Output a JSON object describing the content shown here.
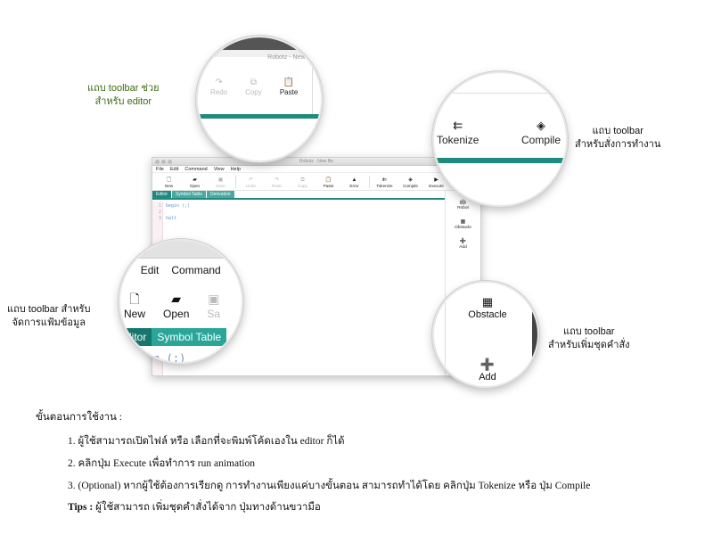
{
  "app": {
    "window_title": "Robotz - New file",
    "menu": [
      "File",
      "Edit",
      "Command",
      "View",
      "Help"
    ],
    "toolbar": [
      {
        "label": "New",
        "icon": "new-file-icon",
        "glyph": "🗋",
        "enabled": true
      },
      {
        "label": "Open",
        "icon": "open-folder-icon",
        "glyph": "▰",
        "enabled": true
      },
      {
        "label": "Save",
        "icon": "save-icon",
        "glyph": "▣",
        "enabled": false
      },
      {
        "label": "Undo",
        "icon": "undo-icon",
        "glyph": "↶",
        "enabled": false
      },
      {
        "label": "Redo",
        "icon": "redo-icon",
        "glyph": "↷",
        "enabled": false
      },
      {
        "label": "Copy",
        "icon": "copy-icon",
        "glyph": "⧉",
        "enabled": false
      },
      {
        "label": "Paste",
        "icon": "paste-icon",
        "glyph": "📋",
        "enabled": true
      },
      {
        "label": "Error",
        "icon": "error-icon",
        "glyph": "▲",
        "enabled": true
      },
      {
        "label": "Tokenize",
        "icon": "tokenize-icon",
        "glyph": "⇇",
        "enabled": true
      },
      {
        "label": "Compile",
        "icon": "compile-icon",
        "glyph": "◈",
        "enabled": true
      },
      {
        "label": "Execute",
        "icon": "execute-icon",
        "glyph": "▶",
        "enabled": true
      }
    ],
    "tabs": [
      "Editor",
      "Symbol Table",
      "Derivation"
    ],
    "active_tab": "Editor",
    "code_lines": [
      {
        "num": "1",
        "text": "begin (;)"
      },
      {
        "num": "2",
        "text": ""
      },
      {
        "num": "3",
        "text": "halt"
      }
    ],
    "sidebar": [
      {
        "label": "Robot",
        "icon": "robot-icon",
        "glyph": "🤖"
      },
      {
        "label": "Obstacle",
        "icon": "obstacle-icon",
        "glyph": "▦"
      },
      {
        "label": "Add",
        "icon": "add-icon",
        "glyph": "➕"
      }
    ]
  },
  "zoom_editor": {
    "window_title": "Robotz - New fi",
    "buttons": [
      {
        "label": "Redo",
        "glyph": "↷"
      },
      {
        "label": "Copy",
        "glyph": "⧉"
      },
      {
        "label": "Paste",
        "glyph": "📋"
      }
    ]
  },
  "zoom_command": {
    "buttons": [
      {
        "label": "Tokenize",
        "glyph": "⇇"
      },
      {
        "label": "Compile",
        "glyph": "◈"
      }
    ]
  },
  "zoom_file": {
    "menu": [
      "e",
      "Edit",
      "Command"
    ],
    "buttons": [
      {
        "label": "New",
        "glyph": "🗋"
      },
      {
        "label": "Open",
        "glyph": "▰"
      },
      {
        "label": "Sa",
        "glyph": "▣"
      }
    ],
    "tabs": [
      "ditor",
      "Symbol Table"
    ],
    "code": "in (;)"
  },
  "zoom_sidebar": {
    "buttons": [
      {
        "label": "Obstacle",
        "glyph": "▦"
      },
      {
        "label": "Add",
        "glyph": "➕"
      }
    ]
  },
  "callouts": {
    "editor": [
      "แถบ toolbar ช่วย",
      "สำหรับ editor"
    ],
    "command": [
      "แถบ toolbar",
      "สำหรับสั่งการทำงาน"
    ],
    "file": [
      "แถบ toolbar สำหรับ",
      "จัดการแฟ้มข้อมูล"
    ],
    "sidebar": [
      "แถบ toolbar",
      "สำหรับเพิ่มชุดคำสั่ง"
    ]
  },
  "instructions": {
    "heading": "ขั้นตอนการใช้งาน :",
    "steps": [
      "1. ผู้ใช้สามารถเปิดไฟล์ หรือ เลือกที่จะพิมพ์โค้ดเองใน editor ก็ได้",
      "2. คลิกปุ่ม Execute เพื่อทำการ run animation",
      "3. (Optional) หากผู้ใช้ต้องการเรียกดู การทำงานเพียงแค่บางขั้นตอน สามารถทำได้โดย คลิกปุ่ม Tokenize หรือ ปุ่ม Compile"
    ],
    "tips_label": "Tips :",
    "tips_text": " ผู้ใช้สามารถ เพิ่มชุดคำสั่งได้จาก ปุ่มทางด้านขวามือ"
  },
  "colors": {
    "accent": "#1f8a80",
    "callout_green": "#3d6b12"
  }
}
